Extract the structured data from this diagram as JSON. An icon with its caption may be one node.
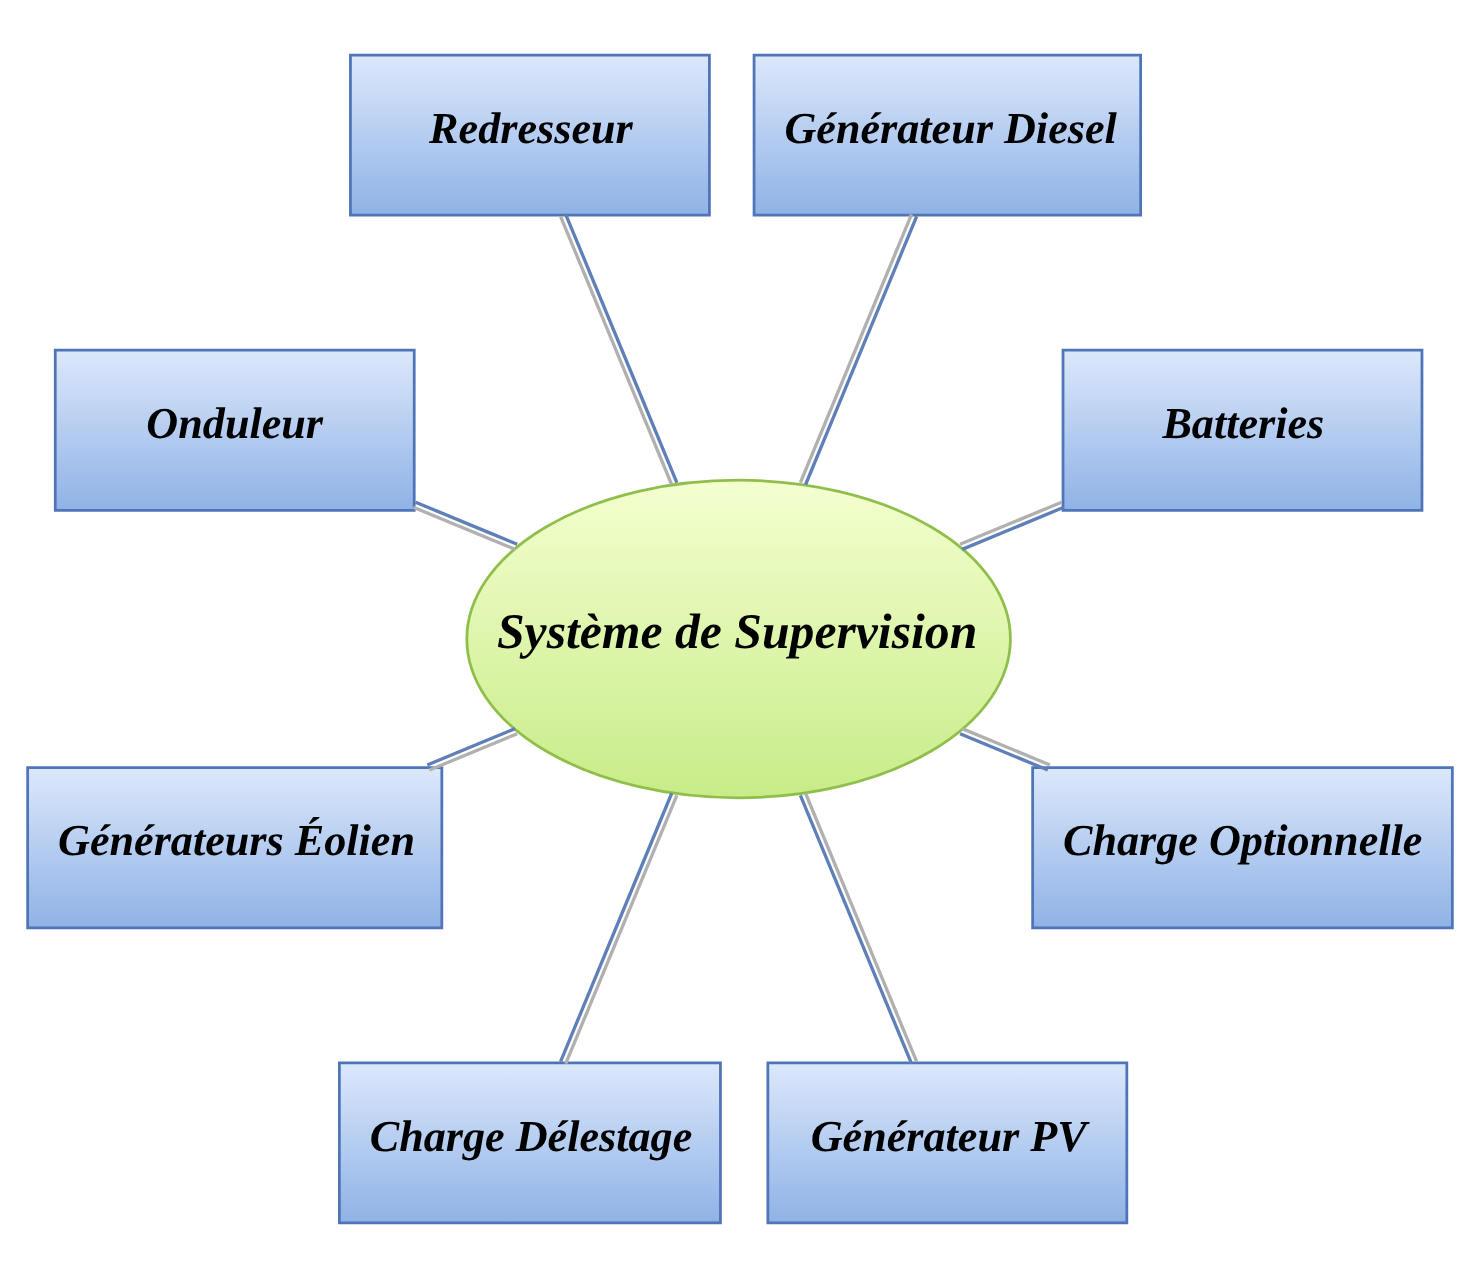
{
  "diagram": {
    "nodes": [
      {
        "text": [
          "Système de Supervision"
        ]
      },
      {
        "text": [
          "Batteries"
        ]
      },
      {
        "text": [
          "Générateur Diesel"
        ]
      },
      {
        "text": [
          "Redresseur"
        ]
      },
      {
        "text": [
          "Onduleur"
        ]
      },
      {
        "text": [
          "Générateurs Éolien"
        ]
      },
      {
        "text": [
          "Charge Délestage"
        ]
      },
      {
        "text": [
          "Générateur PV"
        ]
      },
      {
        "text": [
          "Charge Optionnelle"
        ]
      }
    ],
    "edges": [
      {
        "from": 0,
        "to": 1,
        "arrow": "none"
      },
      {
        "from": 0,
        "to": 2,
        "arrow": "none"
      },
      {
        "from": 0,
        "to": 3,
        "arrow": "none"
      },
      {
        "from": 0,
        "to": 4,
        "arrow": "none"
      },
      {
        "from": 0,
        "to": 5,
        "arrow": "none"
      },
      {
        "from": 0,
        "to": 6,
        "arrow": "none"
      },
      {
        "from": 0,
        "to": 7,
        "arrow": "none"
      },
      {
        "from": 0,
        "to": 8,
        "arrow": "none"
      }
    ]
  }
}
